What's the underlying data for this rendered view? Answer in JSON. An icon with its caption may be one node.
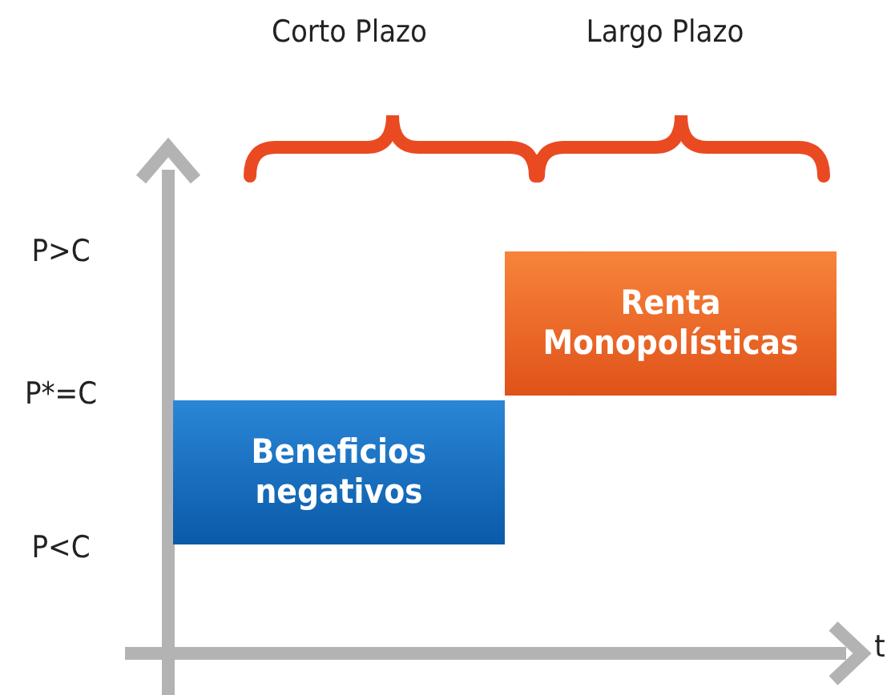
{
  "diagram": {
    "nodes": [
      {
        "text": [
          "Beneficios negativos"
        ]
      },
      {
        "text": [
          "Renta Monopolísticas"
        ]
      }
    ],
    "edges": [],
    "labels": [
      "Corto Plazo",
      "Largo Plazo",
      "P>C",
      "P*=C",
      "P<C",
      "t"
    ]
  }
}
